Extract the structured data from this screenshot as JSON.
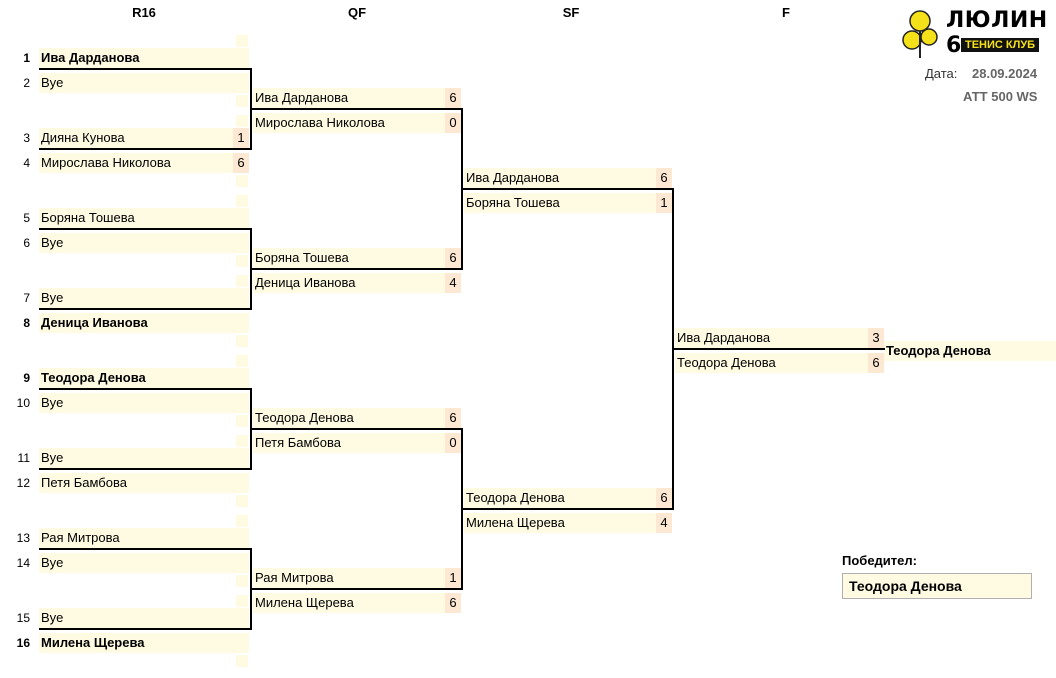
{
  "rounds": [
    "R16",
    "QF",
    "SF",
    "F"
  ],
  "brand": {
    "name": "ЛЮЛИН 6",
    "subtitle": "ТЕНИС КЛУБ"
  },
  "info": {
    "date_label": "Дата:",
    "date": "28.09.2024",
    "event": "АТТ 500 WS"
  },
  "r16": [
    {
      "seed": "1",
      "name": "Ива Дарданова",
      "score": "",
      "bold": true
    },
    {
      "seed": "2",
      "name": "Bye",
      "score": "",
      "bold": false
    },
    {
      "seed": "3",
      "name": "Дияна Кунова",
      "score": "1",
      "bold": false
    },
    {
      "seed": "4",
      "name": "Мирослава Николова",
      "score": "6",
      "bold": false
    },
    {
      "seed": "5",
      "name": "Боряна Тошева",
      "score": "",
      "bold": false
    },
    {
      "seed": "6",
      "name": "Bye",
      "score": "",
      "bold": false
    },
    {
      "seed": "7",
      "name": "Bye",
      "score": "",
      "bold": false
    },
    {
      "seed": "8",
      "name": "Деница Иванова",
      "score": "",
      "bold": true
    },
    {
      "seed": "9",
      "name": "Теодора Денова",
      "score": "",
      "bold": true
    },
    {
      "seed": "10",
      "name": "Bye",
      "score": "",
      "bold": false
    },
    {
      "seed": "11",
      "name": "Bye",
      "score": "",
      "bold": false
    },
    {
      "seed": "12",
      "name": "Петя Бамбова",
      "score": "",
      "bold": false
    },
    {
      "seed": "13",
      "name": "Рая Митрова",
      "score": "",
      "bold": false
    },
    {
      "seed": "14",
      "name": "Bye",
      "score": "",
      "bold": false
    },
    {
      "seed": "15",
      "name": "Bye",
      "score": "",
      "bold": false
    },
    {
      "seed": "16",
      "name": "Милена Щерева",
      "score": "",
      "bold": true
    }
  ],
  "qf": [
    {
      "name": "Ива Дарданова",
      "score": "6"
    },
    {
      "name": "Мирослава Николова",
      "score": "0"
    },
    {
      "name": "Боряна Тошева",
      "score": "6"
    },
    {
      "name": "Деница Иванова",
      "score": "4"
    },
    {
      "name": "Теодора Денова",
      "score": "6"
    },
    {
      "name": "Петя Бамбова",
      "score": "0"
    },
    {
      "name": "Рая Митрова",
      "score": "1"
    },
    {
      "name": "Милена Щерева",
      "score": "6"
    }
  ],
  "sf": [
    {
      "name": "Ива Дарданова",
      "score": "6"
    },
    {
      "name": "Боряна Тошева",
      "score": "1"
    },
    {
      "name": "Теодора Денова",
      "score": "6"
    },
    {
      "name": "Милена Щерева",
      "score": "4"
    }
  ],
  "final": [
    {
      "name": "Ива Дарданова",
      "score": "3"
    },
    {
      "name": "Теодора Денова",
      "score": "6"
    }
  ],
  "champion": "Теодора Денова",
  "winner": {
    "label": "Победител:",
    "name": "Теодора Денова"
  }
}
